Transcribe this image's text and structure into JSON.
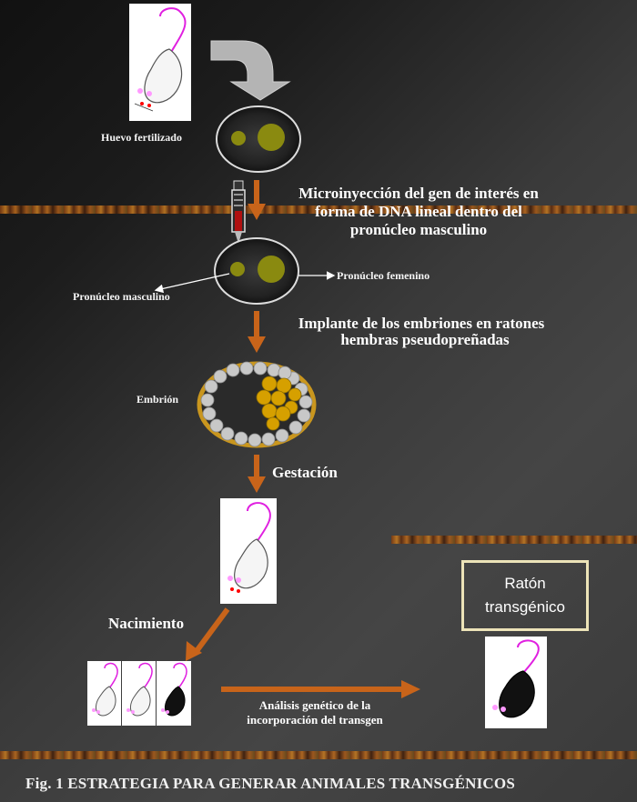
{
  "labels": {
    "huevo": "Huevo fertilizado",
    "microinyeccion": [
      "Microinyección del gen de interés en",
      "forma de DNA lineal dentro del",
      "pronúcleo masculino"
    ],
    "pronucleo_femenino": "Pronúcleo femenino",
    "pronucleo_masculino": "Pronúcleo masculino",
    "implante": [
      "Implante de los embriones en ratones",
      "hembras pseudopreñadas"
    ],
    "embrion": "Embrión",
    "gestacion": "Gestación",
    "nacimiento": "Nacimiento",
    "analisis": [
      "Análisis genético de la",
      "incorporación del transgen"
    ],
    "raton_line1": "Ratón",
    "raton_line2": "transgénico"
  },
  "caption": "Fig. 1   ESTRATEGIA PARA GENERAR ANIMALES TRANSGÉNICOS",
  "colors": {
    "arrow": "#c8641a",
    "nucleus": "#8a8a10",
    "embryo_ring": "#c9961e",
    "inner_cell": "#d6a000",
    "mouse_tail": "#e020e0"
  }
}
